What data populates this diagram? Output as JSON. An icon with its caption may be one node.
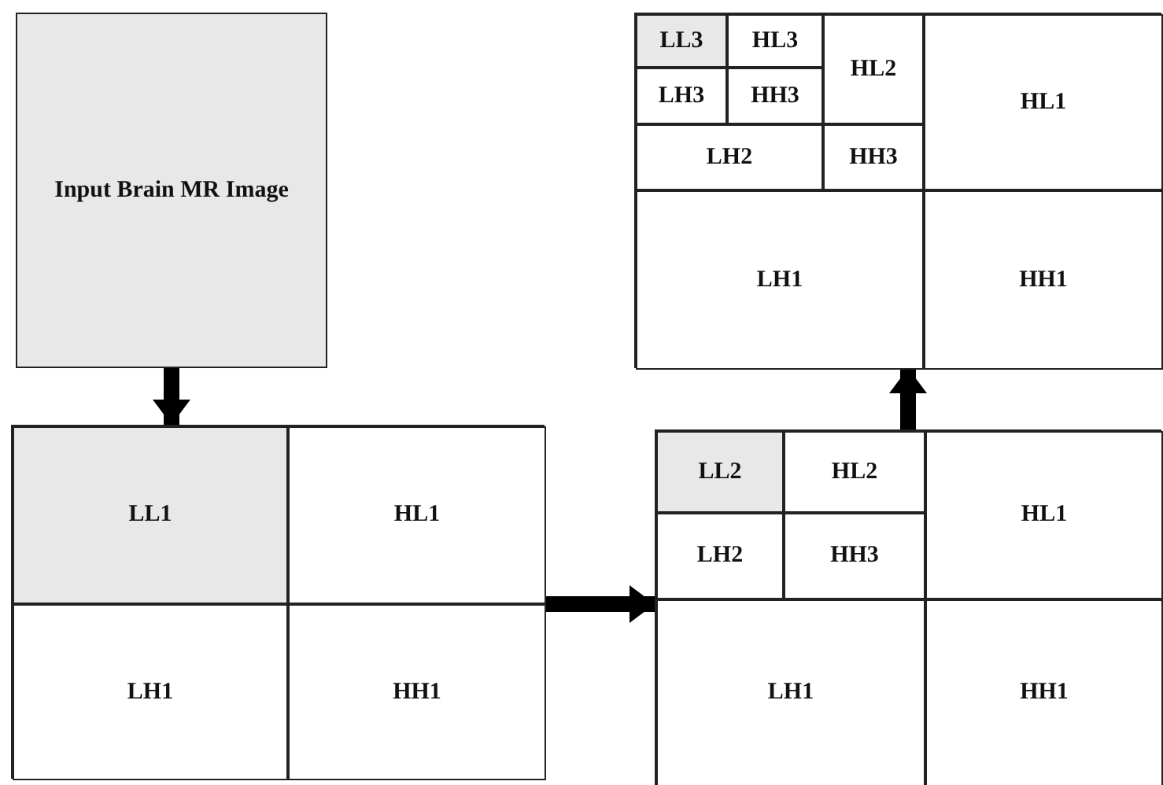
{
  "diagram": {
    "nodes": [
      {
        "text": [
          "Input Brain MR Image"
        ]
      },
      {
        "text": [],
        "shape": "box"
      },
      {
        "text": [
          "LL3"
        ],
        "in": 1
      },
      {
        "text": [
          "HL3"
        ],
        "in": 1
      },
      {
        "text": [
          "HL2"
        ],
        "in": 1
      },
      {
        "text": [
          "HL1"
        ],
        "in": 1
      },
      {
        "text": [
          "LH3"
        ],
        "in": 1
      },
      {
        "text": [
          "HH3"
        ],
        "in": 1
      },
      {
        "text": [
          "LH2"
        ],
        "in": 1
      },
      {
        "text": [
          "HH3"
        ],
        "in": 1
      },
      {
        "text": [
          "LH1"
        ],
        "in": 1
      },
      {
        "text": [
          "HH1"
        ],
        "in": 1
      },
      {
        "text": [],
        "shape": "box"
      },
      {
        "text": [
          "LL1"
        ],
        "in": 12
      },
      {
        "text": [
          "HL1"
        ],
        "in": 12
      },
      {
        "text": [
          "LH1"
        ],
        "in": 12
      },
      {
        "text": [
          "HH1"
        ],
        "in": 12
      },
      {
        "text": [],
        "shape": "box"
      },
      {
        "text": [
          "LL2"
        ],
        "in": 17
      },
      {
        "text": [
          "HL2"
        ],
        "in": 17
      },
      {
        "text": [
          "HL1"
        ],
        "in": 17
      },
      {
        "text": [
          "LH2"
        ],
        "in": 17
      },
      {
        "text": [
          "HH3"
        ],
        "in": 17
      },
      {
        "text": [
          "LH1"
        ],
        "in": 17
      },
      {
        "text": [
          "HH1"
        ],
        "in": 17
      }
    ],
    "edges": [
      {
        "from": 0,
        "to": 12,
        "arrow": "to"
      },
      {
        "from": 12,
        "to": 17,
        "arrow": "to"
      },
      {
        "from": 17,
        "to": 1,
        "arrow": "to"
      }
    ]
  }
}
